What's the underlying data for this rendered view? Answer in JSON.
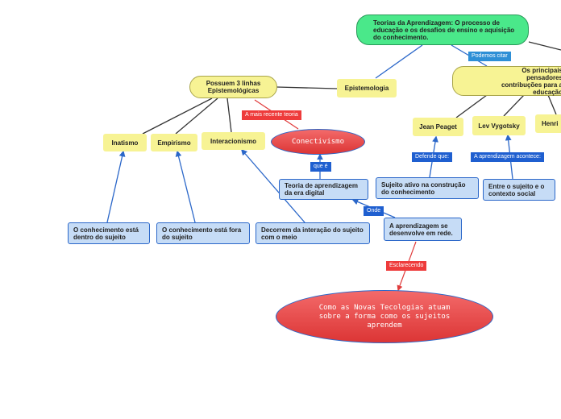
{
  "nodes": {
    "teorias": "Teorias da Aprendizagem: O processo de educação e os desafios de ensino e aquisição do conhecimento.",
    "possuem": "Possuem 3 linhas Epistemológicas",
    "epistemologia": "Epistemologia",
    "principais": "Os principais pensadores contribuções para a educação",
    "jean": "Jean Peaget",
    "lev": "Lev Vygotsky",
    "henri": "Henri",
    "inatismo": "Inatismo",
    "empirismo": "Empirismo",
    "interacionismo": "Interacionismo",
    "conectivismo": "Conectivismo",
    "teoria_era": "Teoria de aprendizagem da era digital",
    "aprendizagem_rede": "A aprendizagem se desenvolve em rede.",
    "conhecimento_dentro": "O conhecimento está dentro do sujeito",
    "conhecimento_fora": "O conhecimento está fora do sujeito",
    "decorrem": "Decorrem da interação do sujeito com o meio",
    "sujeito_ativo": "Sujeito ativo na construção do conhecimento",
    "entre_sujeito": "Entre o sujeito e o contexto social",
    "novas_tecnologias": "Como as Novas Tecologias atuam sobre a forma como os sujeitos aprendem"
  },
  "labels": {
    "podemos_citar": "Podemos citar",
    "mais_recente": "A mais recente teoria",
    "que_e": "que é",
    "onde": "Onde",
    "defende_que": "Defende que:",
    "aprendizagem_acontece": "A aprendizagem acontece:",
    "esclarecendo": "Esclarecendo"
  },
  "colors": {
    "green": "#4ae88a",
    "yellow": "#f7f394",
    "blue_box": "#c6dcf6",
    "blue_line": "#2b67c9",
    "red": "#e03b3b"
  }
}
